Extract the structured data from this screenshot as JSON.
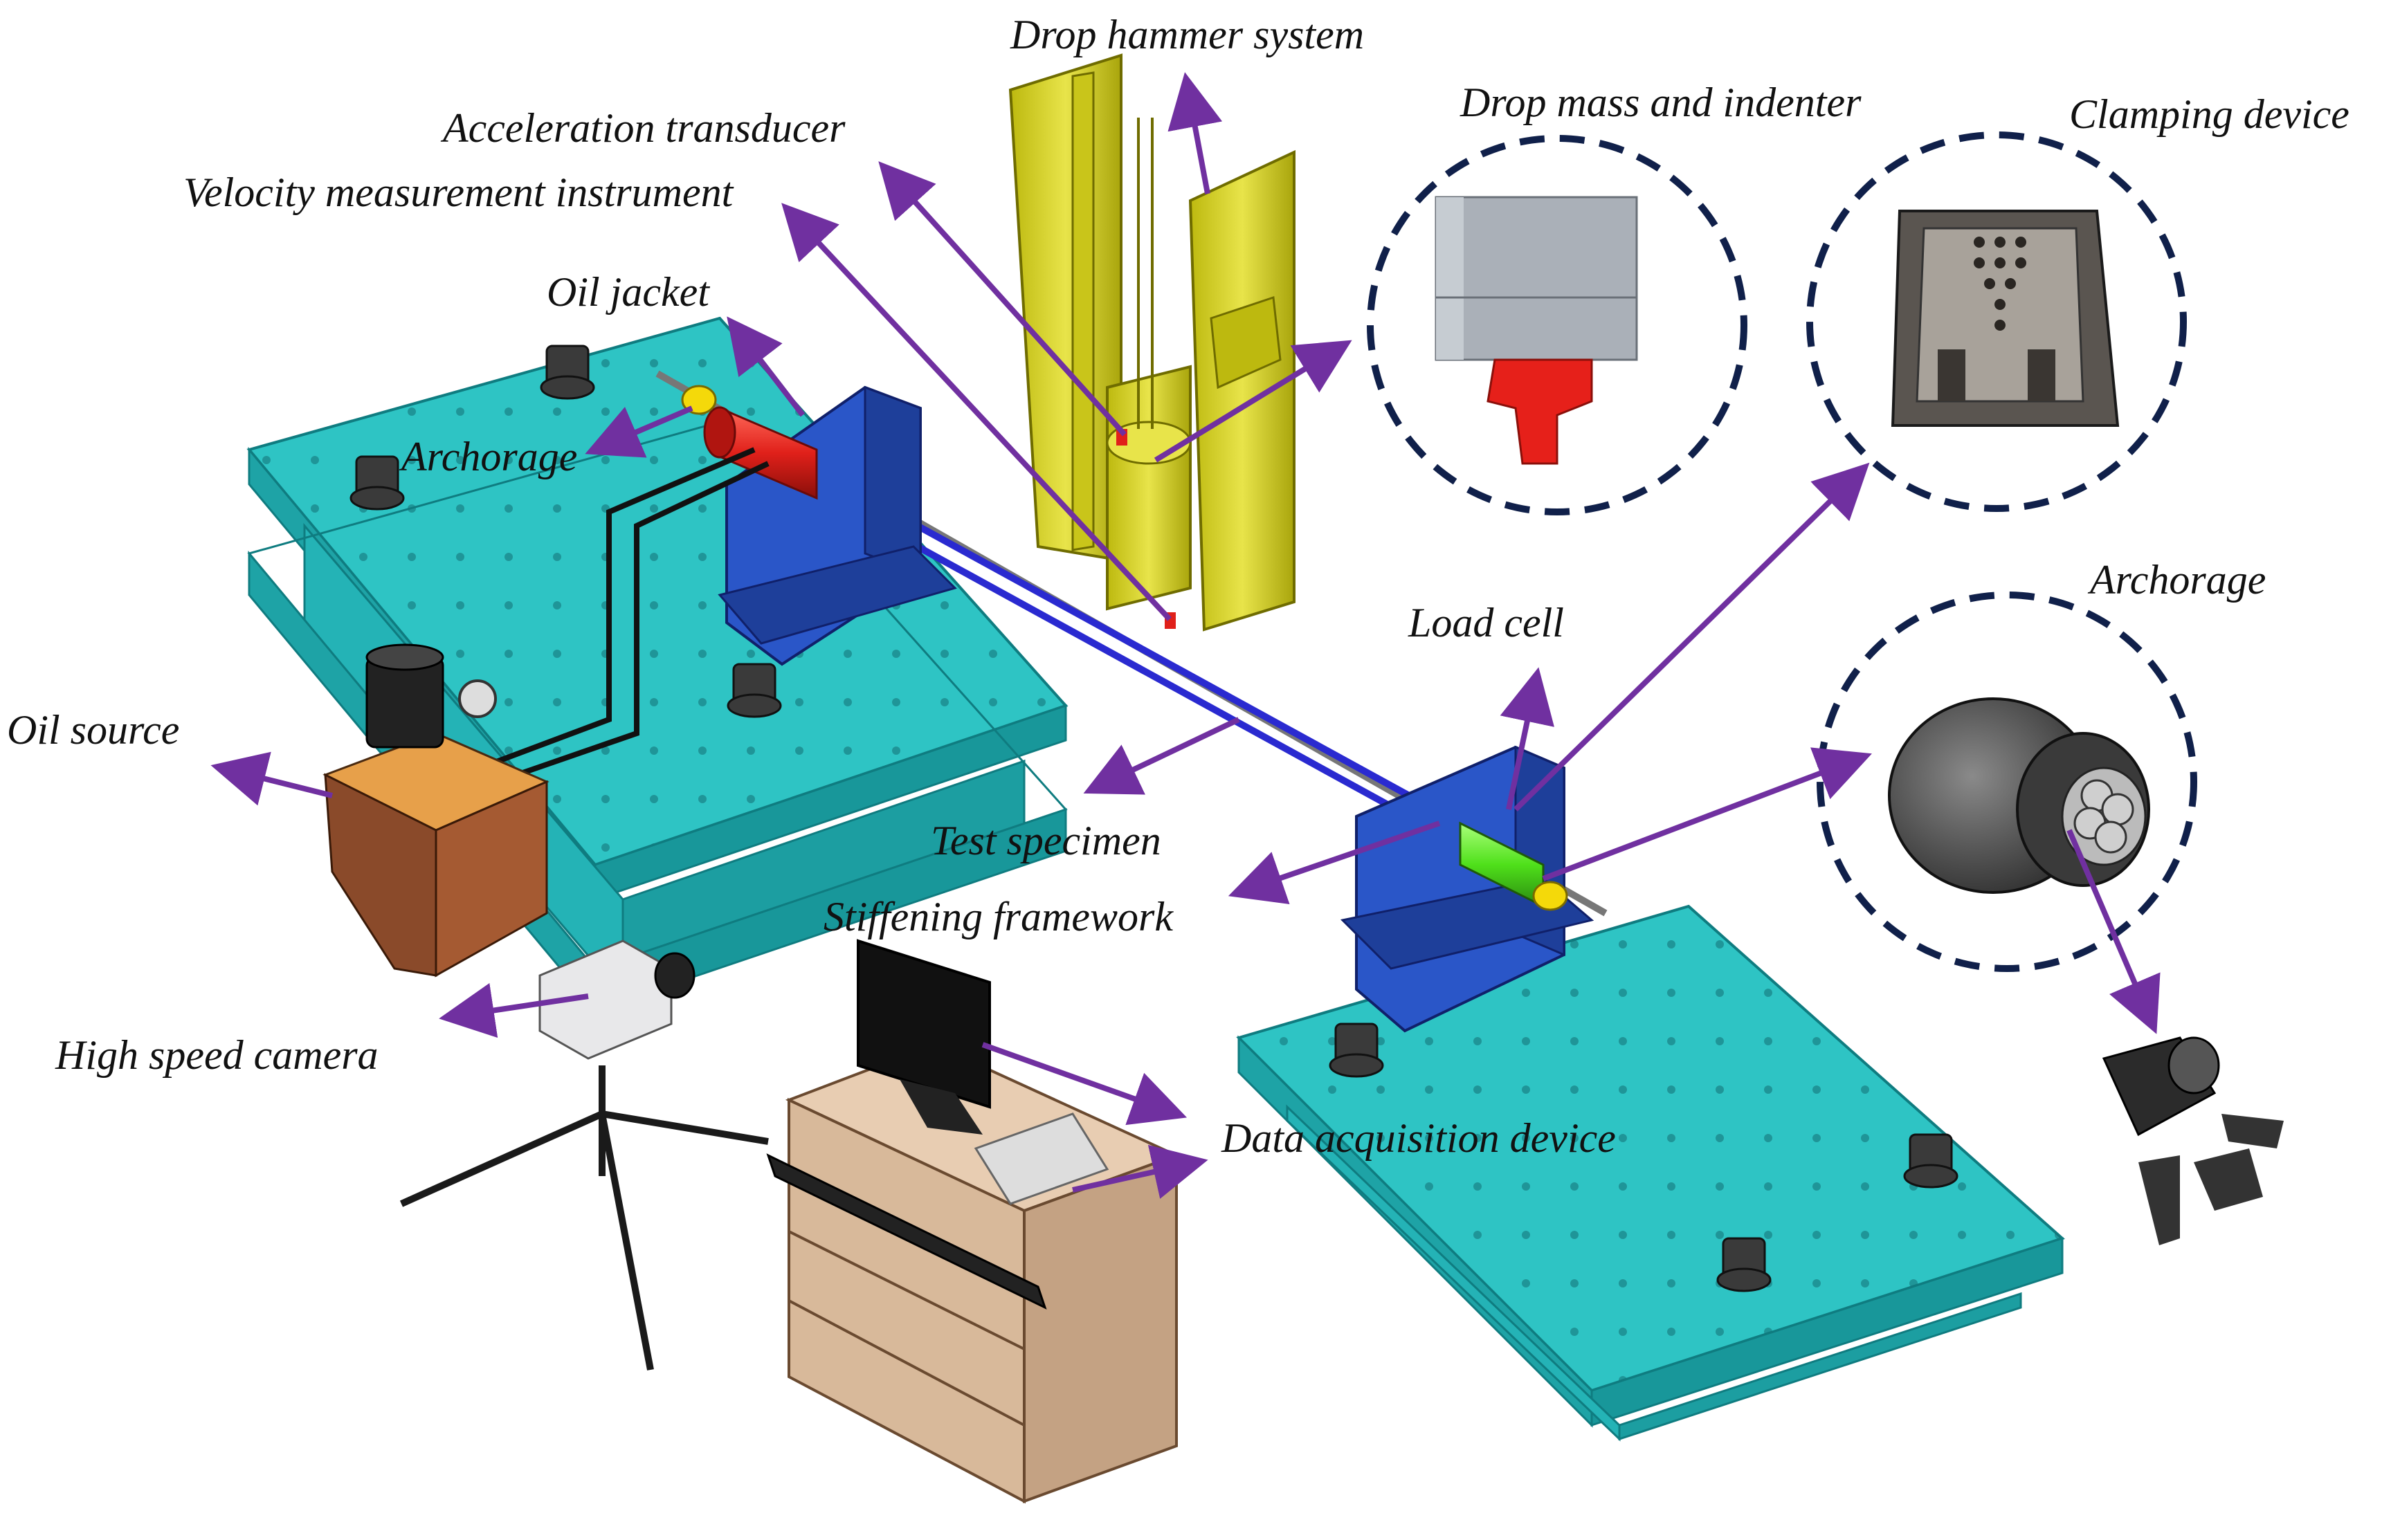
{
  "labels": {
    "drop_hammer_system": "Drop hammer system",
    "acceleration_transducer": "Acceleration transducer",
    "velocity_measurement_instrument": "Velocity measurement instrument",
    "oil_jacket": "Oil  jacket",
    "archorage_left": "Archorage",
    "oil_source": "Oil source",
    "high_speed_camera": "High speed camera",
    "drop_mass_and_indenter": "Drop mass and indenter",
    "clamping_device": "Clamping device",
    "archorage_right": "Archorage",
    "load_cell": "Load cell",
    "test_specimen": "Test specimen",
    "stiffening_framework": "Stiffening  framework",
    "data_acquisition_device": "Data acquisition device"
  },
  "colors": {
    "arrow": "#7030a0",
    "platform": "#2ec4c4",
    "platform_shade": "#1ea3a6",
    "support_blue": "#2a56c8",
    "drop_hammer_yellow": "#d6d21a",
    "oil_jacket_red": "#e0201a",
    "load_cell_green": "#4fe01a",
    "inset_border": "#10204a",
    "desk_wood": "#d8b99a"
  },
  "icons": [
    "test-rig-platform",
    "drop-hammer-frame",
    "hydraulic-pump",
    "high-speed-camera",
    "computer-desk",
    "anchorage-wedges"
  ]
}
